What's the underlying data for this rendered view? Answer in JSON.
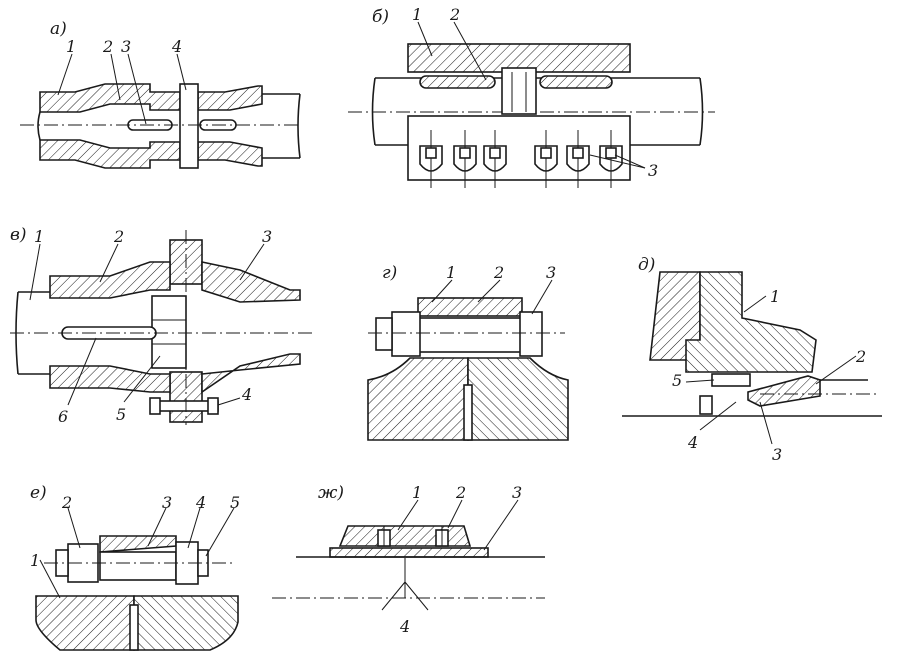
{
  "panels": {
    "a": {
      "label": "а)",
      "parts": [
        "1",
        "2",
        "3",
        "4"
      ]
    },
    "b": {
      "label": "б)",
      "parts": [
        "1",
        "2",
        "3"
      ]
    },
    "v": {
      "label": "в)",
      "parts": [
        "1",
        "2",
        "3",
        "4",
        "5",
        "6"
      ]
    },
    "g": {
      "label": "г)",
      "parts": [
        "1",
        "2",
        "3"
      ]
    },
    "d": {
      "label": "д)",
      "parts": [
        "1",
        "2",
        "3",
        "4",
        "5"
      ]
    },
    "e": {
      "label": "е)",
      "parts": [
        "1",
        "2",
        "3",
        "4",
        "5"
      ]
    },
    "zh": {
      "label": "ж)",
      "parts": [
        "1",
        "2",
        "3",
        "4"
      ]
    }
  },
  "colors": {
    "ink": "#1a1a1a",
    "paper": "#ffffff"
  }
}
